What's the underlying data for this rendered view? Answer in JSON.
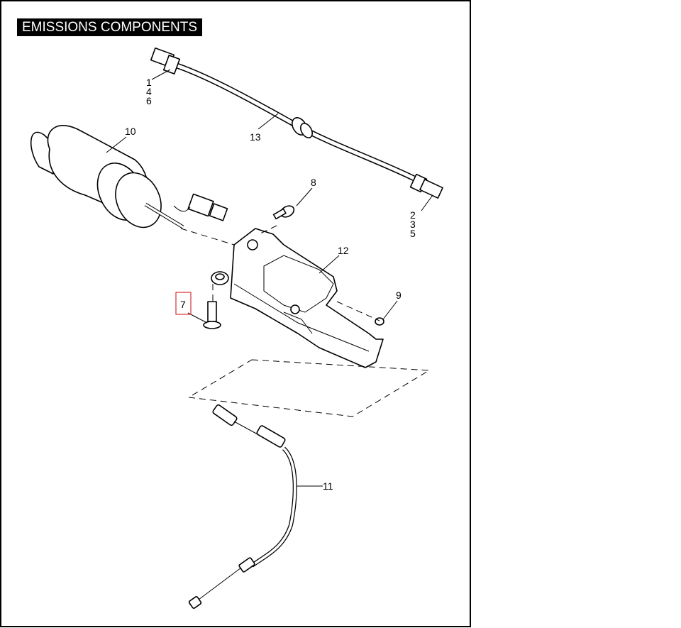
{
  "title": "EMISSIONS COMPONENTS",
  "callouts": {
    "c1": "1",
    "c4": "4",
    "c6": "6",
    "c2": "2",
    "c3": "3",
    "c5": "5",
    "c7": "7",
    "c8": "8",
    "c9": "9",
    "c10": "10",
    "c11": "11",
    "c12": "12",
    "c13": "13"
  },
  "highlight": {
    "callout": "7",
    "color": "#d93030"
  }
}
